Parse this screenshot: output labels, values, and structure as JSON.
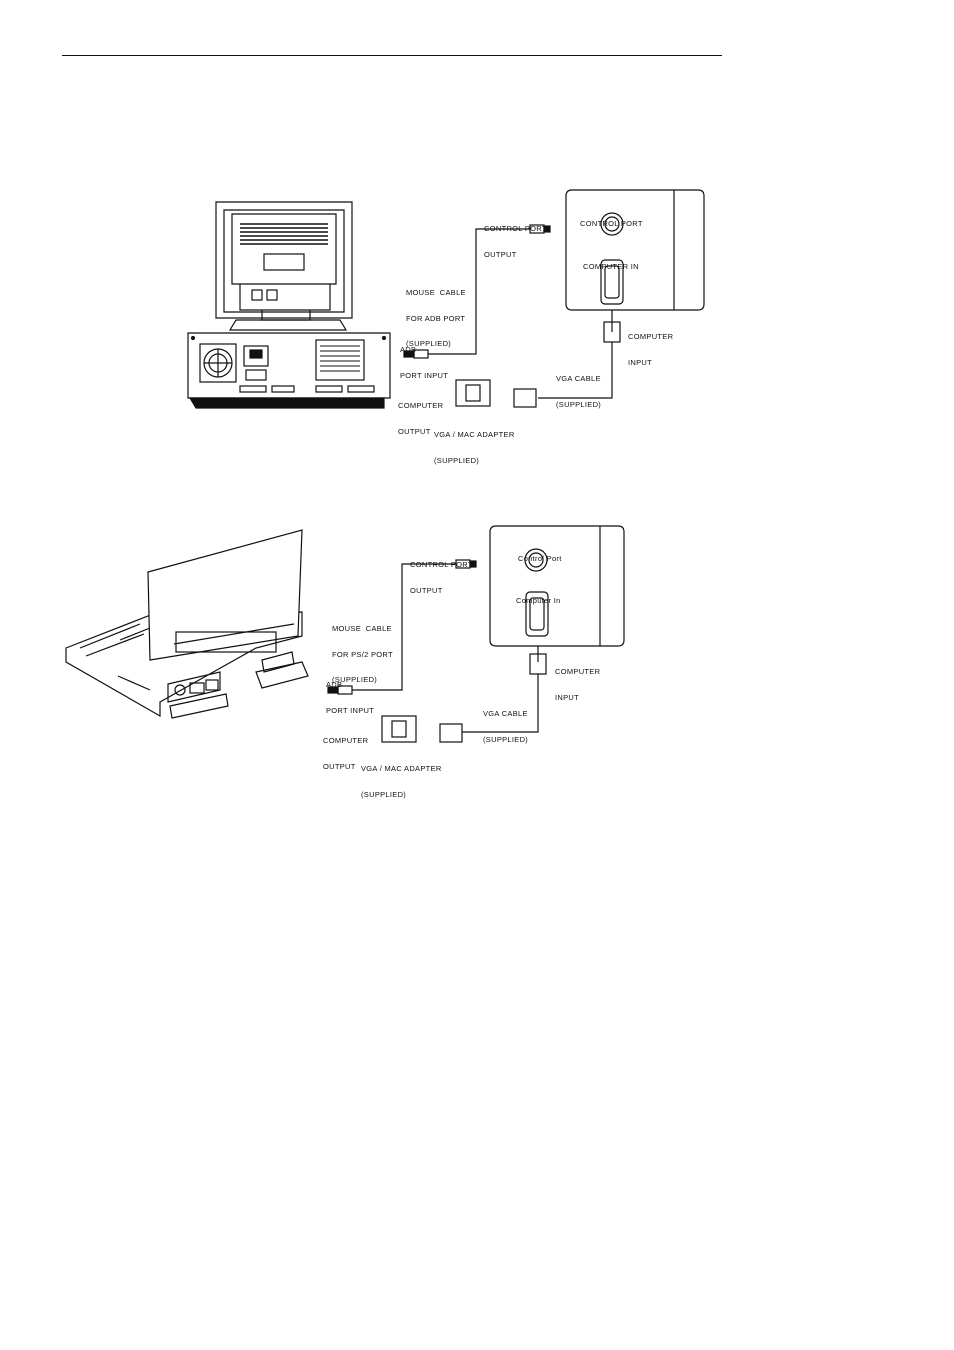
{
  "diagram1": {
    "control_port_output": [
      "CONTROL PORT",
      "OUTPUT"
    ],
    "control_port": "CONTROL PORT",
    "computer_in": "COMPUTER IN",
    "mouse_cable": [
      "MOUSE  CABLE",
      "FOR ADB PORT",
      "(SUPPLIED)"
    ],
    "adb_port_input": [
      "ADB",
      "PORT INPUT"
    ],
    "computer_input": [
      "COMPUTER",
      "INPUT"
    ],
    "vga_cable": [
      "VGA CABLE",
      "(SUPPLIED)"
    ],
    "computer_output": [
      "COMPUTER",
      "OUTPUT"
    ],
    "vga_mac_adapter": [
      "VGA / MAC ADAPTER",
      "(SUPPLIED)"
    ]
  },
  "diagram2": {
    "control_port_output": [
      "CONTROL PORT",
      "OUTPUT"
    ],
    "control_port": "Control Port",
    "computer_in": "Computer In",
    "mouse_cable": [
      "MOUSE  CABLE",
      "FOR PS/2 PORT",
      "(SUPPLIED)"
    ],
    "adb_port_input": [
      "ADB",
      "PORT INPUT"
    ],
    "computer_input": [
      "COMPUTER",
      "INPUT"
    ],
    "vga_cable": [
      "VGA CABLE",
      "(SUPPLIED)"
    ],
    "computer_output": [
      "COMPUTER",
      "OUTPUT"
    ],
    "vga_mac_adapter": [
      "VGA / MAC ADAPTER",
      "(SUPPLIED)"
    ]
  }
}
